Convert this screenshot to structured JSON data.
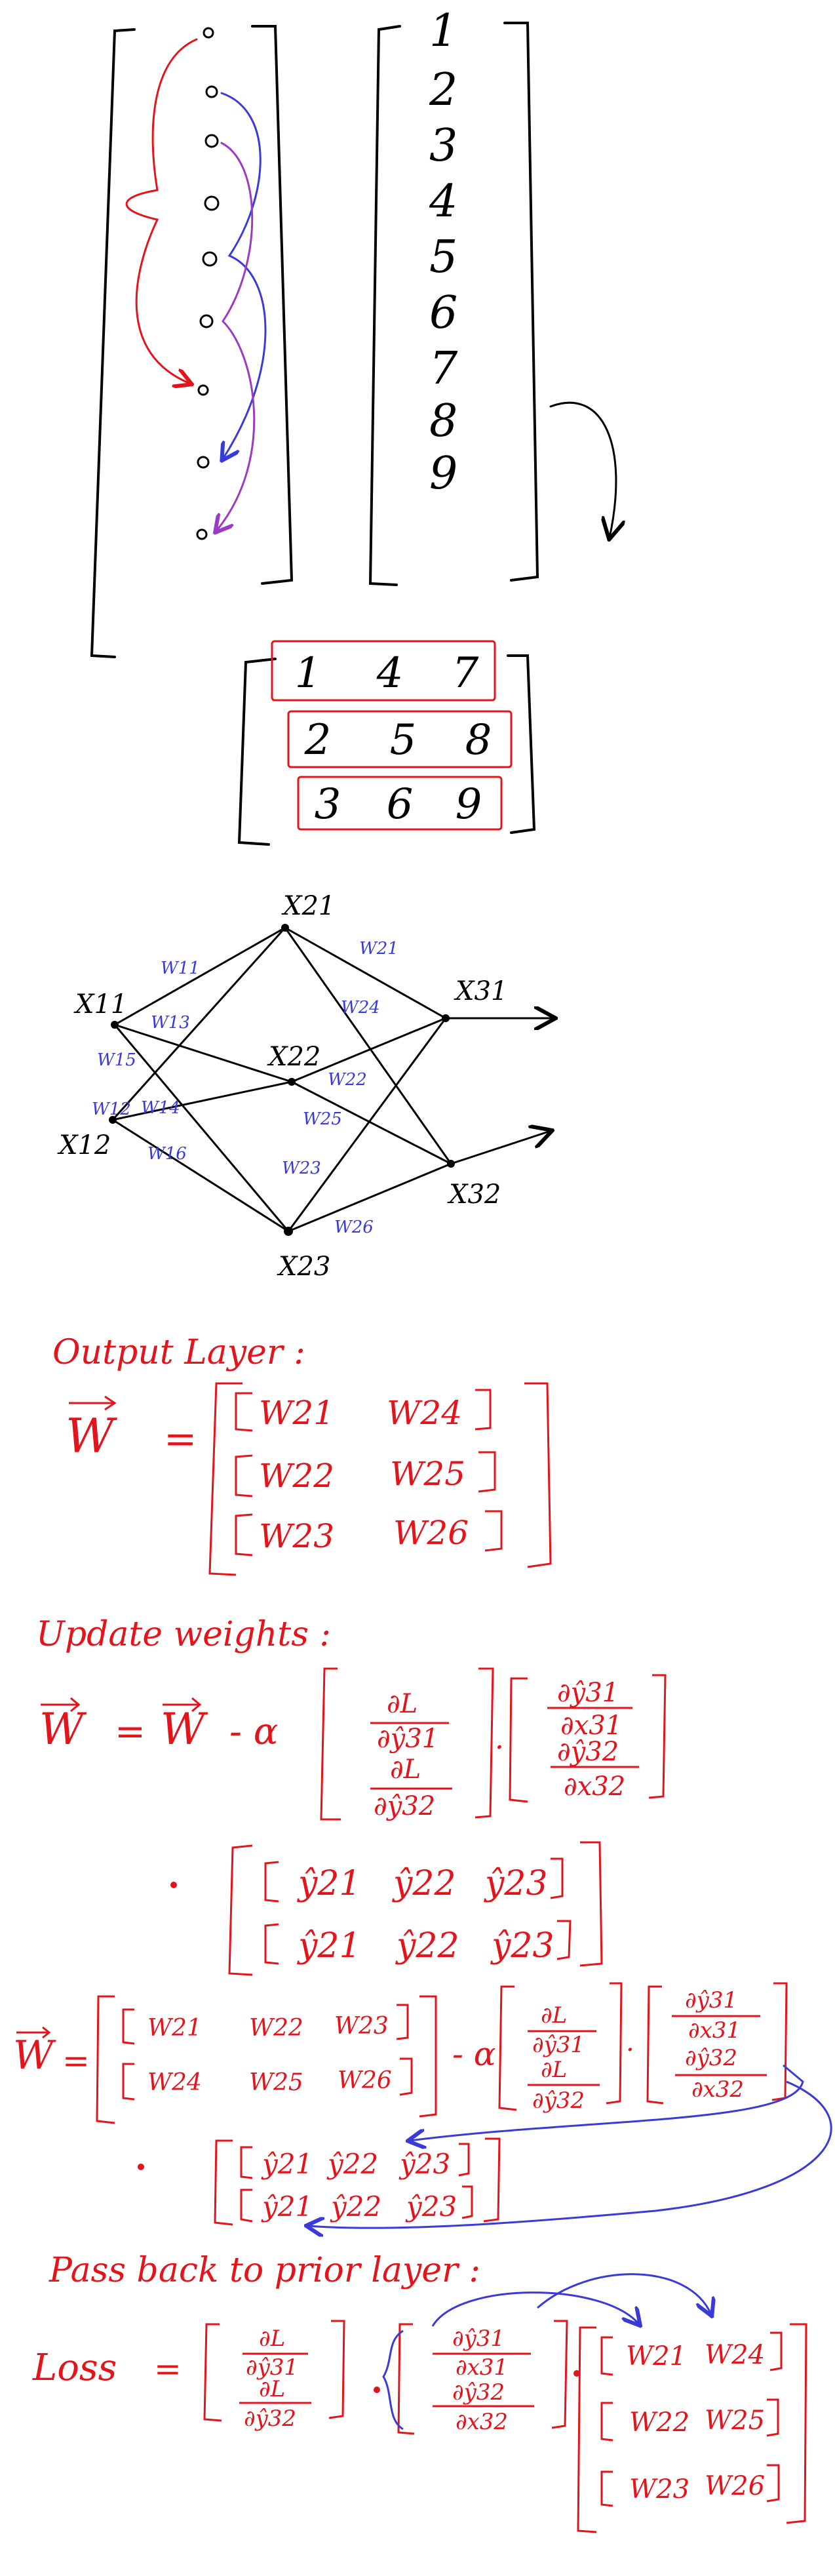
{
  "colors": {
    "ink": "#000000",
    "red": "#e3151c",
    "blue": "#3a3ad8",
    "purple": "#9b3bc4"
  },
  "vector": {
    "entries": [
      "1",
      "2",
      "3",
      "4",
      "5",
      "6",
      "7",
      "8",
      "9"
    ]
  },
  "matrix3x3": {
    "rows": [
      [
        "1",
        "4",
        "7"
      ],
      [
        "2",
        "5",
        "8"
      ],
      [
        "3",
        "6",
        "9"
      ]
    ]
  },
  "network": {
    "nodes": {
      "x11": "X11",
      "x12": "X12",
      "x21": "X21",
      "x22": "X22",
      "x23": "X23",
      "x31": "X31",
      "x32": "X32"
    },
    "weights": [
      "W11",
      "W13",
      "W15",
      "W12",
      "W14",
      "W16",
      "W21",
      "W24",
      "W22",
      "W25",
      "W23",
      "W26"
    ]
  },
  "output_layer": {
    "heading": "Output Layer :",
    "lhs": "W",
    "rows": [
      [
        "W21",
        "W24"
      ],
      [
        "W22",
        "W25"
      ],
      [
        "W23",
        "W26"
      ]
    ]
  },
  "update": {
    "heading": "Update weights :",
    "lhs1": "W",
    "eq1": "=",
    "minus_alpha": "- α",
    "dL_top": "∂L",
    "dy31": "∂ŷ31",
    "dy32": "∂ŷ32",
    "dx31": "∂x31",
    "dx32": "∂x32",
    "yhat_row": [
      "ŷ21",
      "ŷ22",
      "ŷ23"
    ],
    "w_rows": [
      [
        "W21",
        "W22",
        "W23"
      ],
      [
        "W24",
        "W25",
        "W26"
      ]
    ]
  },
  "pass_back": {
    "heading": "Pass back to prior layer :",
    "lhs": "Loss",
    "eq": "=",
    "w_rows": [
      [
        "W21",
        "W24"
      ],
      [
        "W22",
        "W25"
      ],
      [
        "W23",
        "W26"
      ]
    ]
  }
}
